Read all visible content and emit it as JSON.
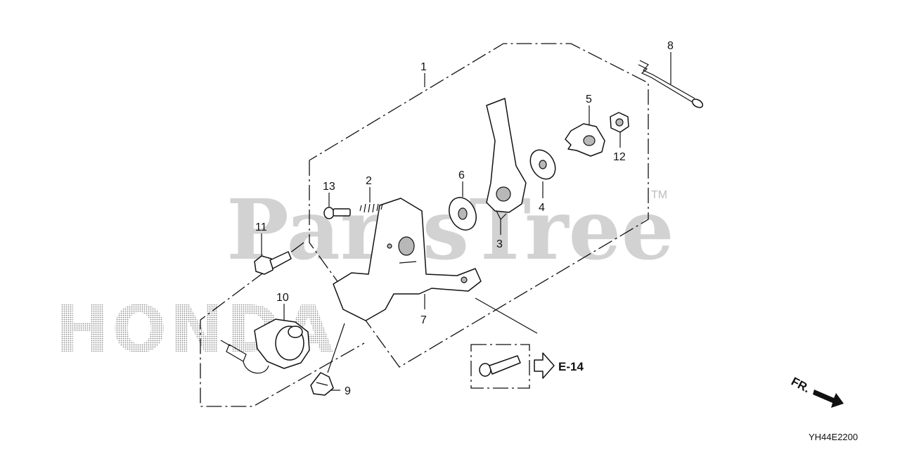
{
  "watermark": {
    "parts_tree": "PartsTree",
    "trademark": "TM",
    "honda": "HONDA"
  },
  "callouts": [
    {
      "number": "1",
      "part": "lever-assembly-frame"
    },
    {
      "number": "2",
      "part": "spring"
    },
    {
      "number": "3",
      "part": "lever-arm"
    },
    {
      "number": "4",
      "part": "washer"
    },
    {
      "number": "5",
      "part": "plate"
    },
    {
      "number": "6",
      "part": "washer"
    },
    {
      "number": "7",
      "part": "bracket"
    },
    {
      "number": "8",
      "part": "rod"
    },
    {
      "number": "9",
      "part": "clamp"
    },
    {
      "number": "10",
      "part": "switch"
    },
    {
      "number": "11",
      "part": "bolt"
    },
    {
      "number": "12",
      "part": "nut"
    },
    {
      "number": "13",
      "part": "screw"
    }
  ],
  "reference": {
    "label": "E-14"
  },
  "direction": {
    "label": "FR."
  },
  "diagram_code": "YH44E2200"
}
